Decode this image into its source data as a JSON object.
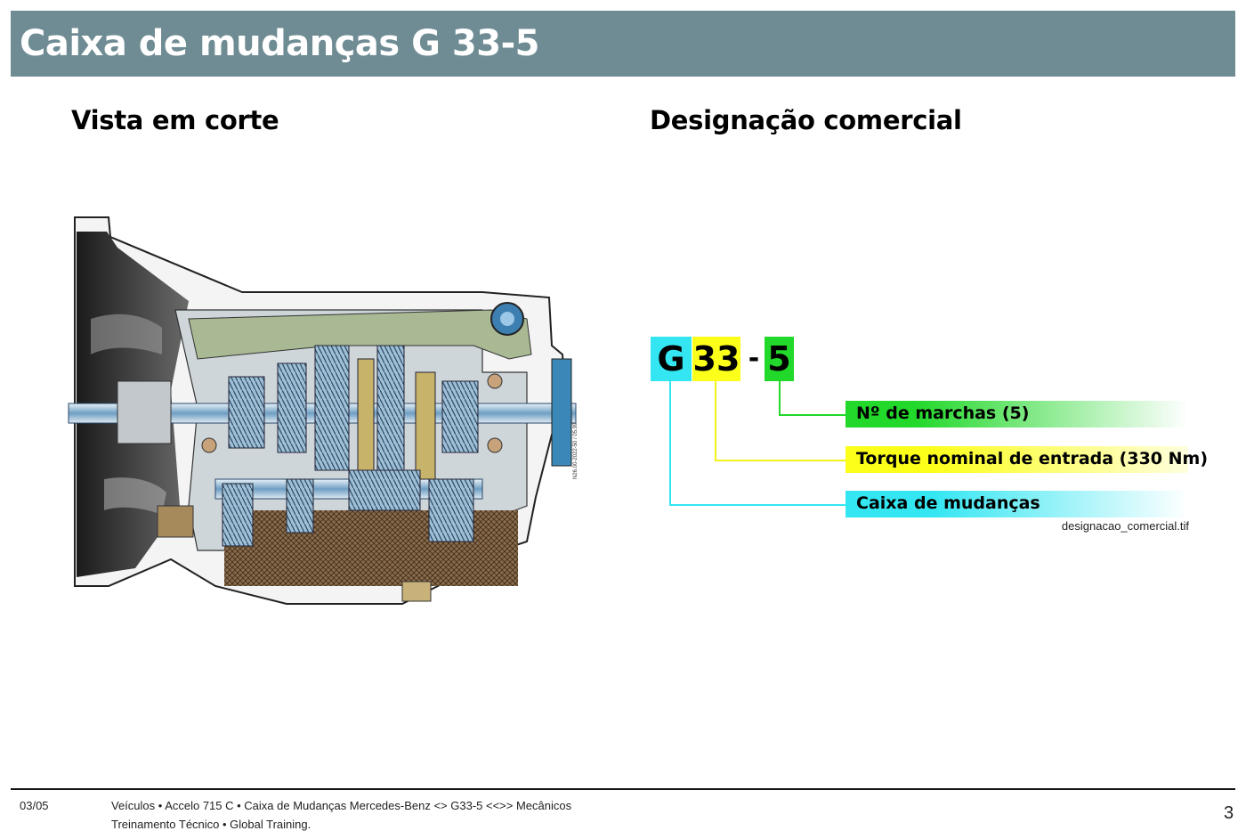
{
  "header": {
    "title": "Caixa de mudanças G 33-5"
  },
  "left_section": {
    "title": "Vista em corte",
    "drawing_code": "N26.00-2022-50 / 05.99"
  },
  "right_section": {
    "title": "Designação comercial"
  },
  "designation": {
    "letter": "G",
    "torque_code": "33",
    "dash": "-",
    "gears": "5",
    "labels": {
      "gears": "Nº de marchas (5)",
      "torque": "Torque nominal de entrada (330 Nm)",
      "type": "Caixa de mudanças"
    },
    "filename": "designacao_comercial.tif",
    "colors": {
      "cyan": "#33e6f2",
      "yellow": "#fcff1a",
      "green": "#22d82a"
    }
  },
  "footer": {
    "page_ref": "03/05",
    "line1": "Veículos • Accelo 715 C • Caixa de Mudanças Mercedes-Benz <> G33-5 <<>> Mecânicos",
    "line2": "Treinamento Técnico • Global Training.",
    "page_number": "3"
  }
}
